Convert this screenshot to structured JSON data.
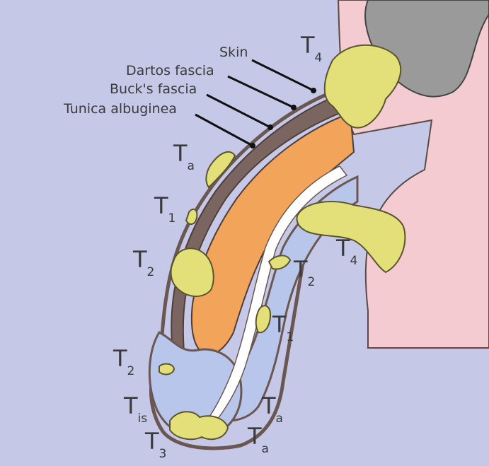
{
  "anatomy_labels": {
    "skin": "Skin",
    "dartos": "Dartos fascia",
    "bucks": "Buck's fascia",
    "tunica": "Tunica albuginea"
  },
  "stage_labels": [
    {
      "main": "T",
      "sub": "4"
    },
    {
      "main": "T",
      "sub": "a"
    },
    {
      "main": "T",
      "sub": "1"
    },
    {
      "main": "T",
      "sub": "2"
    },
    {
      "main": "T",
      "sub": "4"
    },
    {
      "main": "T",
      "sub": "2"
    },
    {
      "main": "T",
      "sub": "1"
    },
    {
      "main": "T",
      "sub": "2"
    },
    {
      "main": "T",
      "sub": "is"
    },
    {
      "main": "T",
      "sub": "a"
    },
    {
      "main": "T",
      "sub": "3"
    },
    {
      "main": "T",
      "sub": "a"
    }
  ],
  "colors": {
    "background": "#c5c8e6",
    "pink_region": "#f3cbd0",
    "orange_body": "#f2a55a",
    "tumor_yellow": "#e3e07a",
    "layer_brown": "#6b5752",
    "inner_blue": "#b9c6ec",
    "gray_structure": "#9a9a9a"
  }
}
